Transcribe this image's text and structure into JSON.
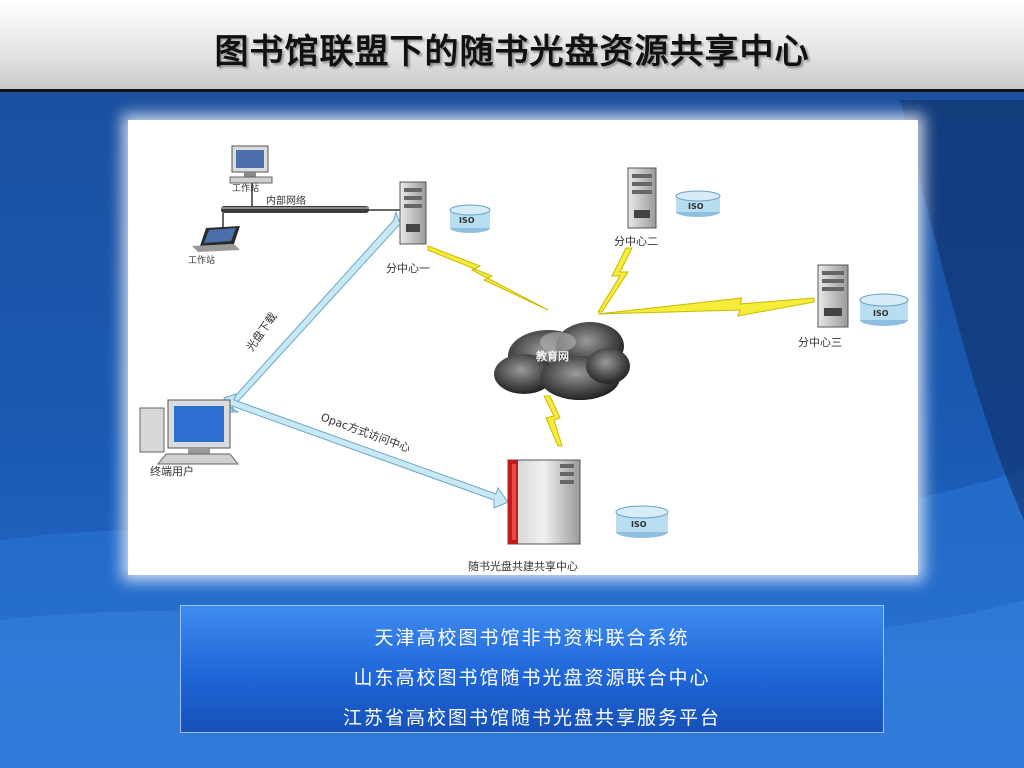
{
  "title": "图书馆联盟下的随书光盘资源共享中心",
  "diagram": {
    "workstation_top": "工作站",
    "workstation_bottom": "工作站",
    "internal_network": "内部网络",
    "subcenter_1": "分中心一",
    "subcenter_2": "分中心二",
    "subcenter_3": "分中心三",
    "iso_label": "ISO",
    "education_network": "教育网",
    "cd_download": "光盘下载",
    "opac_access": "Opac方式访问中心",
    "end_user": "终端用户",
    "shared_center": "随书光盘共建共享中心"
  },
  "info": {
    "lines": [
      "天津高校图书馆非书资料联合系统",
      "山东高校图书馆随书光盘资源联合中心",
      "江苏省高校图书馆随书光盘共享服务平台"
    ]
  },
  "colors": {
    "lightning": "#f6ec3a",
    "arrow": "#c8e8f4",
    "iso_disk": "#b8dcf0",
    "header_border": "#111111",
    "infobox": "#1f66d8"
  }
}
